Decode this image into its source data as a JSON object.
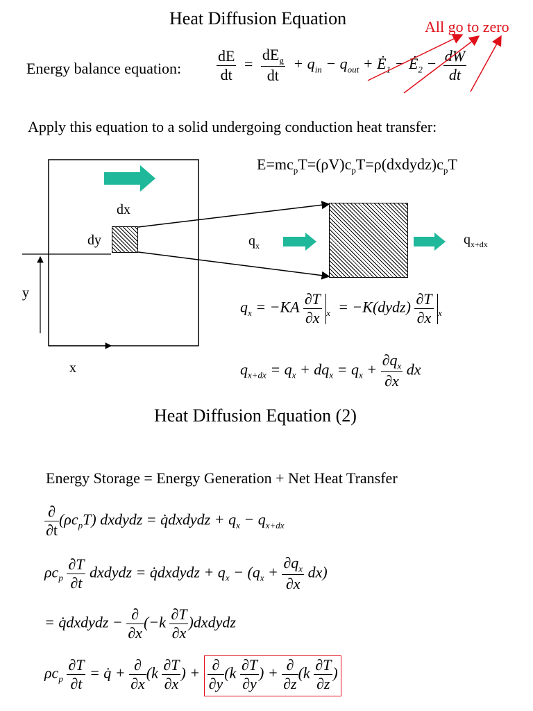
{
  "slide1": {
    "title": "Heat Diffusion Equation",
    "annotation": "All go to zero",
    "energy_balance_label": "Energy balance equation:",
    "apply_text": "Apply this equation to a solid undergoing conduction heat transfer:",
    "energy_def": "E=mcpT=(ρV)cpT=ρ(dxdydz)cpT",
    "diagram": {
      "dx": "dx",
      "dy": "dy",
      "y": "y",
      "x": "x",
      "qx": "qx",
      "qxdx": "qx+dx"
    }
  },
  "slide2": {
    "title": "Heat Diffusion Equation (2)",
    "balance_words": "Energy Storage = Energy Generation + Net Heat Transfer"
  },
  "colors": {
    "annotation_red": "#e0101a",
    "arrow_teal": "#1fb89a"
  }
}
